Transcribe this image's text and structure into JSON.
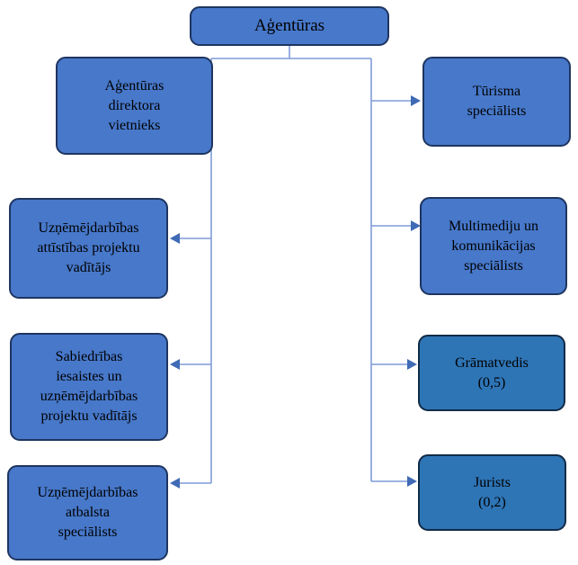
{
  "diagram": {
    "type": "org-chart",
    "root": {
      "label": "Aģentūras"
    },
    "left": [
      {
        "label": "Aģentūras\ndirektora\nvietnieks"
      },
      {
        "label": "Uzņēmējdarbības\nattīstības projektu\nvadītājs"
      },
      {
        "label": "Sabiedrības\niesaistes un\nuzņēmējdarbības\nprojektu vadītājs"
      },
      {
        "label": "Uzņēmējdarbības\natbalsta\nspeciālists"
      }
    ],
    "right": [
      {
        "label": "Tūrisma\nspeciālists",
        "variant": "main"
      },
      {
        "label": "Multimediju un\nkomunikācijas\nspeciālists",
        "variant": "main"
      },
      {
        "label": "Grāmatvedis\n(0,5)",
        "variant": "alt"
      },
      {
        "label": "Jurists\n(0,2)",
        "variant": "alt"
      }
    ],
    "colors": {
      "fill-main": "#4778CA",
      "border-main": "#1E3560",
      "fill-alt": "#2E75B6",
      "border-alt": "#112B47",
      "line": "#7E9CD9",
      "arrow": "#3F6AB5",
      "text": "#000000"
    }
  }
}
